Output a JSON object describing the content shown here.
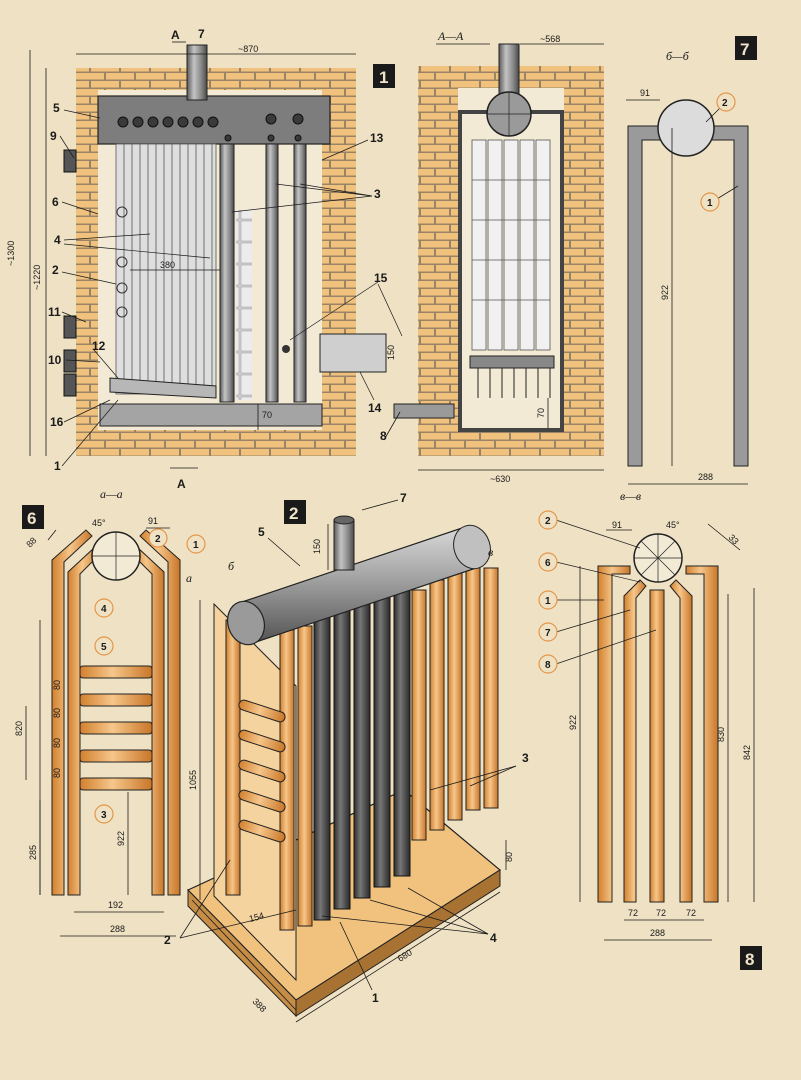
{
  "colors": {
    "paper": "#efe2c4",
    "brick": "#f0c27e",
    "mortar": "#9a8466",
    "steel": "#8f8f8f",
    "steel_dark": "#4d4d4d",
    "orange": "#e59548",
    "ink": "#1a1a1a"
  },
  "fig1": {
    "number": "1",
    "section_arrow": "А",
    "section_arrow_bottom": "А",
    "dims": {
      "top": "~870",
      "height_total": "~1300",
      "height_inner": "~1220",
      "inner_width": "380",
      "bottom_gap": "70",
      "flue": "150"
    },
    "labels": [
      "7",
      "5",
      "9",
      "6",
      "4",
      "2",
      "11",
      "10",
      "12",
      "16",
      "1",
      "13",
      "3",
      "15",
      "14"
    ]
  },
  "figAA": {
    "title": "А—А",
    "dims": {
      "top": "~568",
      "bottom": "~630",
      "gap": "70"
    },
    "labels": [
      "8"
    ]
  },
  "fig7": {
    "number": "7",
    "title": "б—б",
    "dims": {
      "top": "91",
      "height": "922",
      "bottom": "288"
    },
    "callouts": [
      "2",
      "1"
    ]
  },
  "fig6": {
    "number": "6",
    "title": "а—а",
    "dims": {
      "angle": "45°",
      "d88": "88",
      "d91": "91",
      "spacing": [
        "80",
        "80",
        "80",
        "80"
      ],
      "h820": "820",
      "h285": "285",
      "h922": "922",
      "w192": "192",
      "w288": "288"
    },
    "callouts": [
      "2",
      "1",
      "4",
      "5",
      "3"
    ]
  },
  "fig2": {
    "number": "2",
    "labels": {
      "l7": "7",
      "l5": "5",
      "l3": "3",
      "l2": "2",
      "l1": "1",
      "l4": "4",
      "a": "а",
      "b": "б",
      "v": "в"
    },
    "dims": {
      "d150": "150",
      "d1055": "1055",
      "d154": "154",
      "d388": "388",
      "d680": "680",
      "d80": "80"
    }
  },
  "fig8": {
    "number": "8",
    "title": "в—в",
    "dims": {
      "d91": "91",
      "angle": "45°",
      "d33": "33",
      "h922": "922",
      "h830": "830",
      "h842": "842",
      "w72a": "72",
      "w72b": "72",
      "w72c": "72",
      "w288": "288"
    },
    "callouts": [
      "2",
      "6",
      "1",
      "7",
      "8"
    ]
  }
}
